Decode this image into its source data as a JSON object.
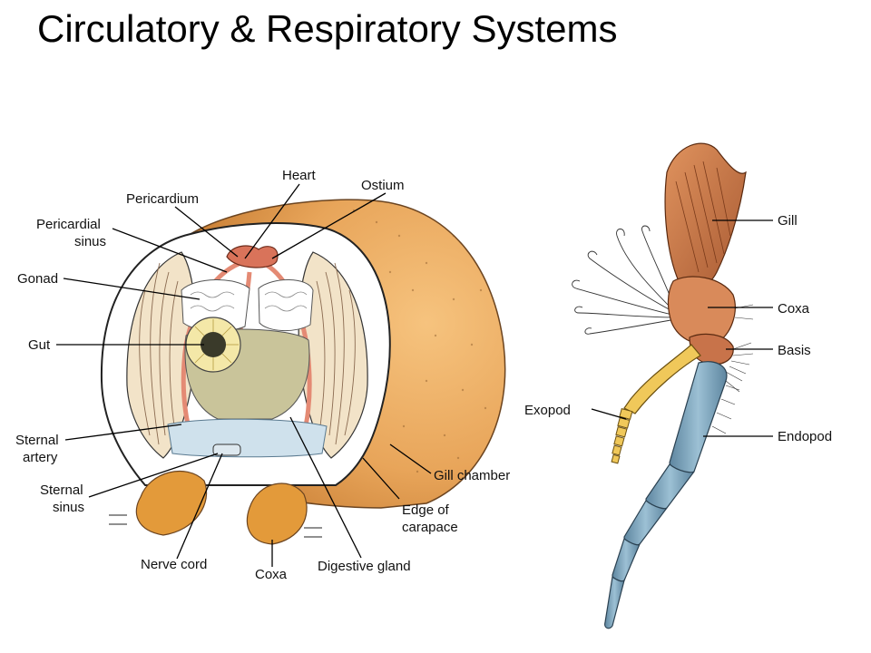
{
  "title": "Circulatory & Respiratory Systems",
  "left_labels": {
    "heart": "Heart",
    "ostium": "Ostium",
    "pericardium": "Pericardium",
    "pericardial_sinus_1": "Pericardial",
    "pericardial_sinus_2": "sinus",
    "gonad": "Gonad",
    "gut": "Gut",
    "sternal_artery_1": "Sternal",
    "sternal_artery_2": "artery",
    "sternal_sinus_1": "Sternal",
    "sternal_sinus_2": "sinus",
    "nerve_cord": "Nerve cord",
    "coxa": "Coxa",
    "digestive_gland": "Digestive gland",
    "edge_carapace_1": "Edge of",
    "edge_carapace_2": "carapace",
    "gill_chamber": "Gill chamber"
  },
  "right_labels": {
    "gill": "Gill",
    "coxa": "Coxa",
    "basis": "Basis",
    "exopod": "Exopod",
    "endopod": "Endopod"
  },
  "colors": {
    "carapace": "#E8A85A",
    "artery": "#E48A74",
    "gill_lamella": "#F2E3C8",
    "digestive_gland": "#C9C49A",
    "gill_brown": "#C8734A",
    "endopod_blue": "#7FA3B8",
    "exopod_yellow": "#F0C85A"
  }
}
